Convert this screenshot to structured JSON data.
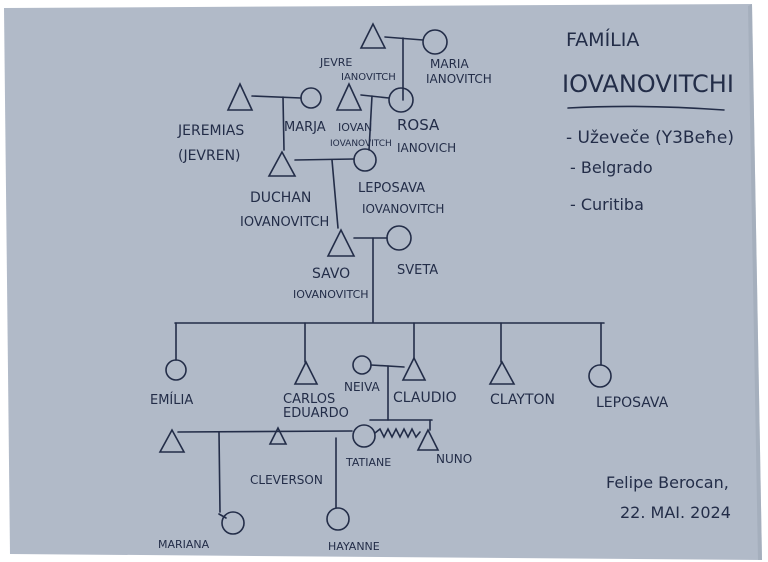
{
  "title": [
    "FAMÍLIA",
    "IOVANOVITCHI"
  ],
  "places": [
    "- Uževeče (Y3Beħe)",
    "- Belgrado",
    "- Curitiba"
  ],
  "signature": [
    "Felipe Berocan,",
    "22. MAI. 2024"
  ],
  "people": {
    "jevre": [
      "JEVRE",
      "IANOVITCH"
    ],
    "maria_top": [
      "MARIA",
      "IANOVITCH"
    ],
    "jeremias": [
      "JEREMIAS",
      "(JEVREN)"
    ],
    "marja": [
      "MARJA"
    ],
    "iovan": [
      "IOVAN",
      "IOVANOVITCH"
    ],
    "rosa": [
      "ROSA",
      "IANOVICH"
    ],
    "duchan": [
      "DUCHAN",
      "IOVANOVITCH"
    ],
    "leposava_g2": [
      "LEPOSAVA",
      "IOVANOVITCH"
    ],
    "savo": [
      "SAVO",
      "IOVANOVITCH"
    ],
    "sveta": [
      "SVETA"
    ],
    "emilia": [
      "EMÍLIA"
    ],
    "carlos": [
      "CARLOS",
      "EDUARDO"
    ],
    "neiva": [
      "NEIVA"
    ],
    "claudio": [
      "CLAUDIO"
    ],
    "clayton": [
      "CLAYTON"
    ],
    "leposava_g4": [
      "LEPOSAVA"
    ],
    "cleverson": [
      "CLEVERSON"
    ],
    "tatiane": [
      "TATIANE"
    ],
    "nuno": [
      "NUNO"
    ],
    "mariana": [
      "MARIANA"
    ],
    "hayanne": [
      "HAYANNE"
    ]
  },
  "colors": {
    "paper": "#b1bac8",
    "ink": "#232d48",
    "shadow": "#8e97a6"
  }
}
